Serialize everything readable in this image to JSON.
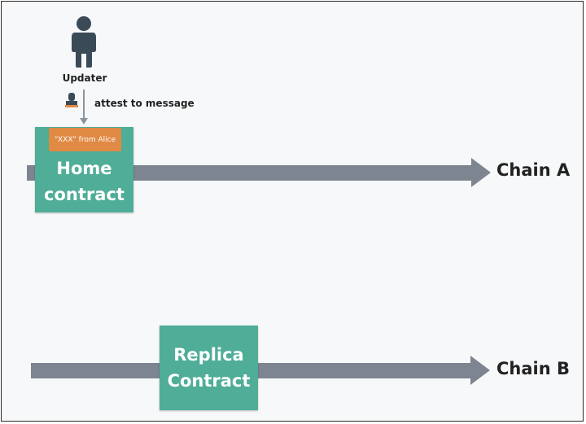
{
  "actor": {
    "label": "Updater",
    "icon": "person-icon",
    "color": "#3b4a57"
  },
  "action": {
    "label": "attest to message",
    "icon": "stamp-icon"
  },
  "home": {
    "label": "Home\ncontract",
    "message": "“XXX” from Alice"
  },
  "replica": {
    "label": "Replica\nContract"
  },
  "chains": [
    {
      "label": "Chain A"
    },
    {
      "label": "Chain B"
    }
  ],
  "colors": {
    "contract": "#4fad98",
    "message": "#e08a44",
    "chain_arrow": "#7c8590",
    "stamp_accent": "#e08a44"
  }
}
